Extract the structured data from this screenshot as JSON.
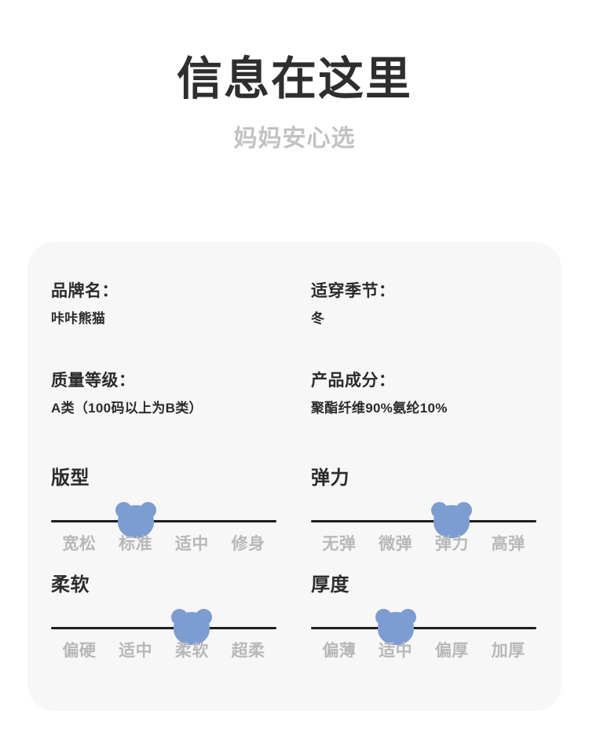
{
  "header": {
    "title": "信息在这里",
    "subtitle": "妈妈安心选"
  },
  "colors": {
    "page_background": "#ffffff",
    "card_background": "#f7f7f7",
    "title": "#2e2e2e",
    "subtitle": "#c2c2c2",
    "text_dark": "#2b2b2b",
    "slider_label": "#b8b8b8",
    "slider_line": "#1e1e1e",
    "bear_blue": "#7d9cd1"
  },
  "specs": [
    {
      "label": "品牌名：",
      "value": "咔咔熊猫"
    },
    {
      "label": "适穿季节：",
      "value": "冬"
    },
    {
      "label": "质量等级：",
      "value": "A类（100码以上为B类）"
    },
    {
      "label": "产品成分：",
      "value": "聚酯纤维90%氨纶10%"
    }
  ],
  "sliders": [
    {
      "title": "版型",
      "options": [
        "宽松",
        "标准",
        "适中",
        "修身"
      ],
      "selected_index": 1,
      "selected_value": "标准"
    },
    {
      "title": "弹力",
      "options": [
        "无弹",
        "微弹",
        "弹力",
        "高弹"
      ],
      "selected_index": 2,
      "selected_value": "弹力"
    },
    {
      "title": "柔软",
      "options": [
        "偏硬",
        "适中",
        "柔软",
        "超柔"
      ],
      "selected_index": 2,
      "selected_value": "柔软"
    },
    {
      "title": "厚度",
      "options": [
        "偏薄",
        "适中",
        "偏厚",
        "加厚"
      ],
      "selected_index": 1,
      "selected_value": "适中"
    }
  ]
}
